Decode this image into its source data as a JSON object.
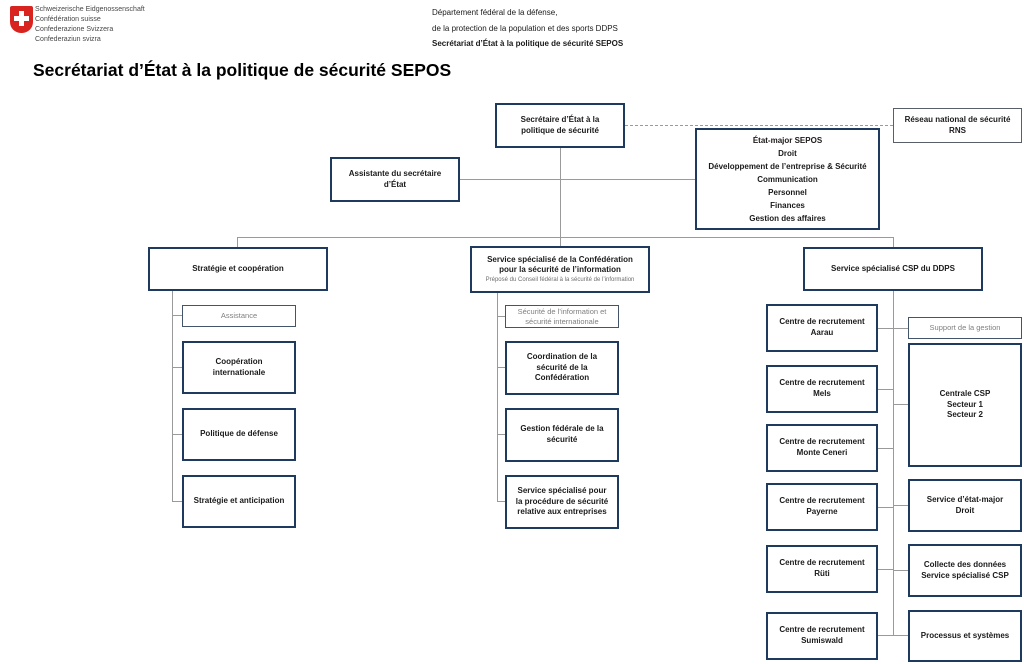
{
  "header": {
    "languages": [
      "Schweizerische Eidgenossenschaft",
      "Confédération suisse",
      "Confederazione Svizzera",
      "Confederaziun svizra"
    ],
    "department": {
      "line1": "Département fédéral de la défense,",
      "line2": "de la protection de la population et des sports DDPS",
      "line3": "Secrétariat d’État à la politique de sécurité SEPOS"
    }
  },
  "title": "Secrétariat d’État à la politique de sécurité SEPOS",
  "colors": {
    "box_border": "#1f3a5f",
    "light_box_border": "#44546a",
    "gray_text": "#7f7f7f",
    "connector": "#9a9a9a",
    "swiss_red": "#d8231e"
  },
  "chart": {
    "type": "org-chart",
    "nodes": {
      "secretaire": {
        "label": [
          "Secrétaire d’État à la",
          "politique de sécurité"
        ]
      },
      "rns": {
        "label": [
          "Réseau national de sécurité",
          "RNS"
        ]
      },
      "etat_major": {
        "label": [
          "État-major SEPOS",
          "Droit",
          "Développement de l’entreprise & Sécurité",
          "Communication",
          "Personnel",
          "Finances",
          "Gestion des affaires"
        ]
      },
      "assistante": {
        "label": [
          "Assistante du secrétaire",
          "d’État"
        ]
      },
      "strategie_cooperation": {
        "label": "Stratégie et coopération"
      },
      "service_confederation": {
        "label": [
          "Service spécialisé de la Confédération",
          "pour la sécurité de l’information"
        ],
        "sublabel": "Préposé du Conseil fédéral à la sécurité de l’information"
      },
      "csp_ddps": {
        "label": "Service spécialisé CSP du DDPS"
      },
      "assistance": {
        "label": "Assistance"
      },
      "cooperation_internationale": {
        "label": [
          "Coopération",
          "internationale"
        ]
      },
      "politique_defense": {
        "label": "Politique de défense"
      },
      "strategie_anticipation": {
        "label": "Stratégie et anticipation"
      },
      "securite_information": {
        "label": [
          "Sécurité de l’information et",
          "sécurité internationale"
        ]
      },
      "coordination_securite": {
        "label": [
          "Coordination de la",
          "sécurité de la",
          "Confédération"
        ]
      },
      "gestion_federale": {
        "label": [
          "Gestion fédérale de la",
          "sécurité"
        ]
      },
      "service_procedure": {
        "label": [
          "Service spécialisé pour",
          "la procédure de sécurité",
          "relative aux entreprises"
        ]
      },
      "cr_aarau": {
        "label": [
          "Centre de recrutement",
          "Aarau"
        ]
      },
      "cr_mels": {
        "label": [
          "Centre de recrutement",
          "Mels"
        ]
      },
      "cr_monte_ceneri": {
        "label": [
          "Centre de recrutement",
          "Monte Ceneri"
        ]
      },
      "cr_payerne": {
        "label": [
          "Centre de recrutement",
          "Payerne"
        ]
      },
      "cr_ruti": {
        "label": [
          "Centre de recrutement",
          "Rüti"
        ]
      },
      "cr_sumiswald": {
        "label": [
          "Centre de recrutement",
          "Sumiswald"
        ]
      },
      "support_gestion": {
        "label": "Support de la gestion"
      },
      "centrale_csp": {
        "label": [
          "Centrale CSP",
          "Secteur 1",
          "Secteur 2"
        ]
      },
      "service_etat_major_droit": {
        "label": [
          "Service d’état-major",
          "Droit"
        ]
      },
      "collecte_donnees": {
        "label": [
          "Collecte des données",
          "Service spécialisé CSP"
        ]
      },
      "processus_systemes": {
        "label": "Processus et systèmes"
      }
    }
  }
}
